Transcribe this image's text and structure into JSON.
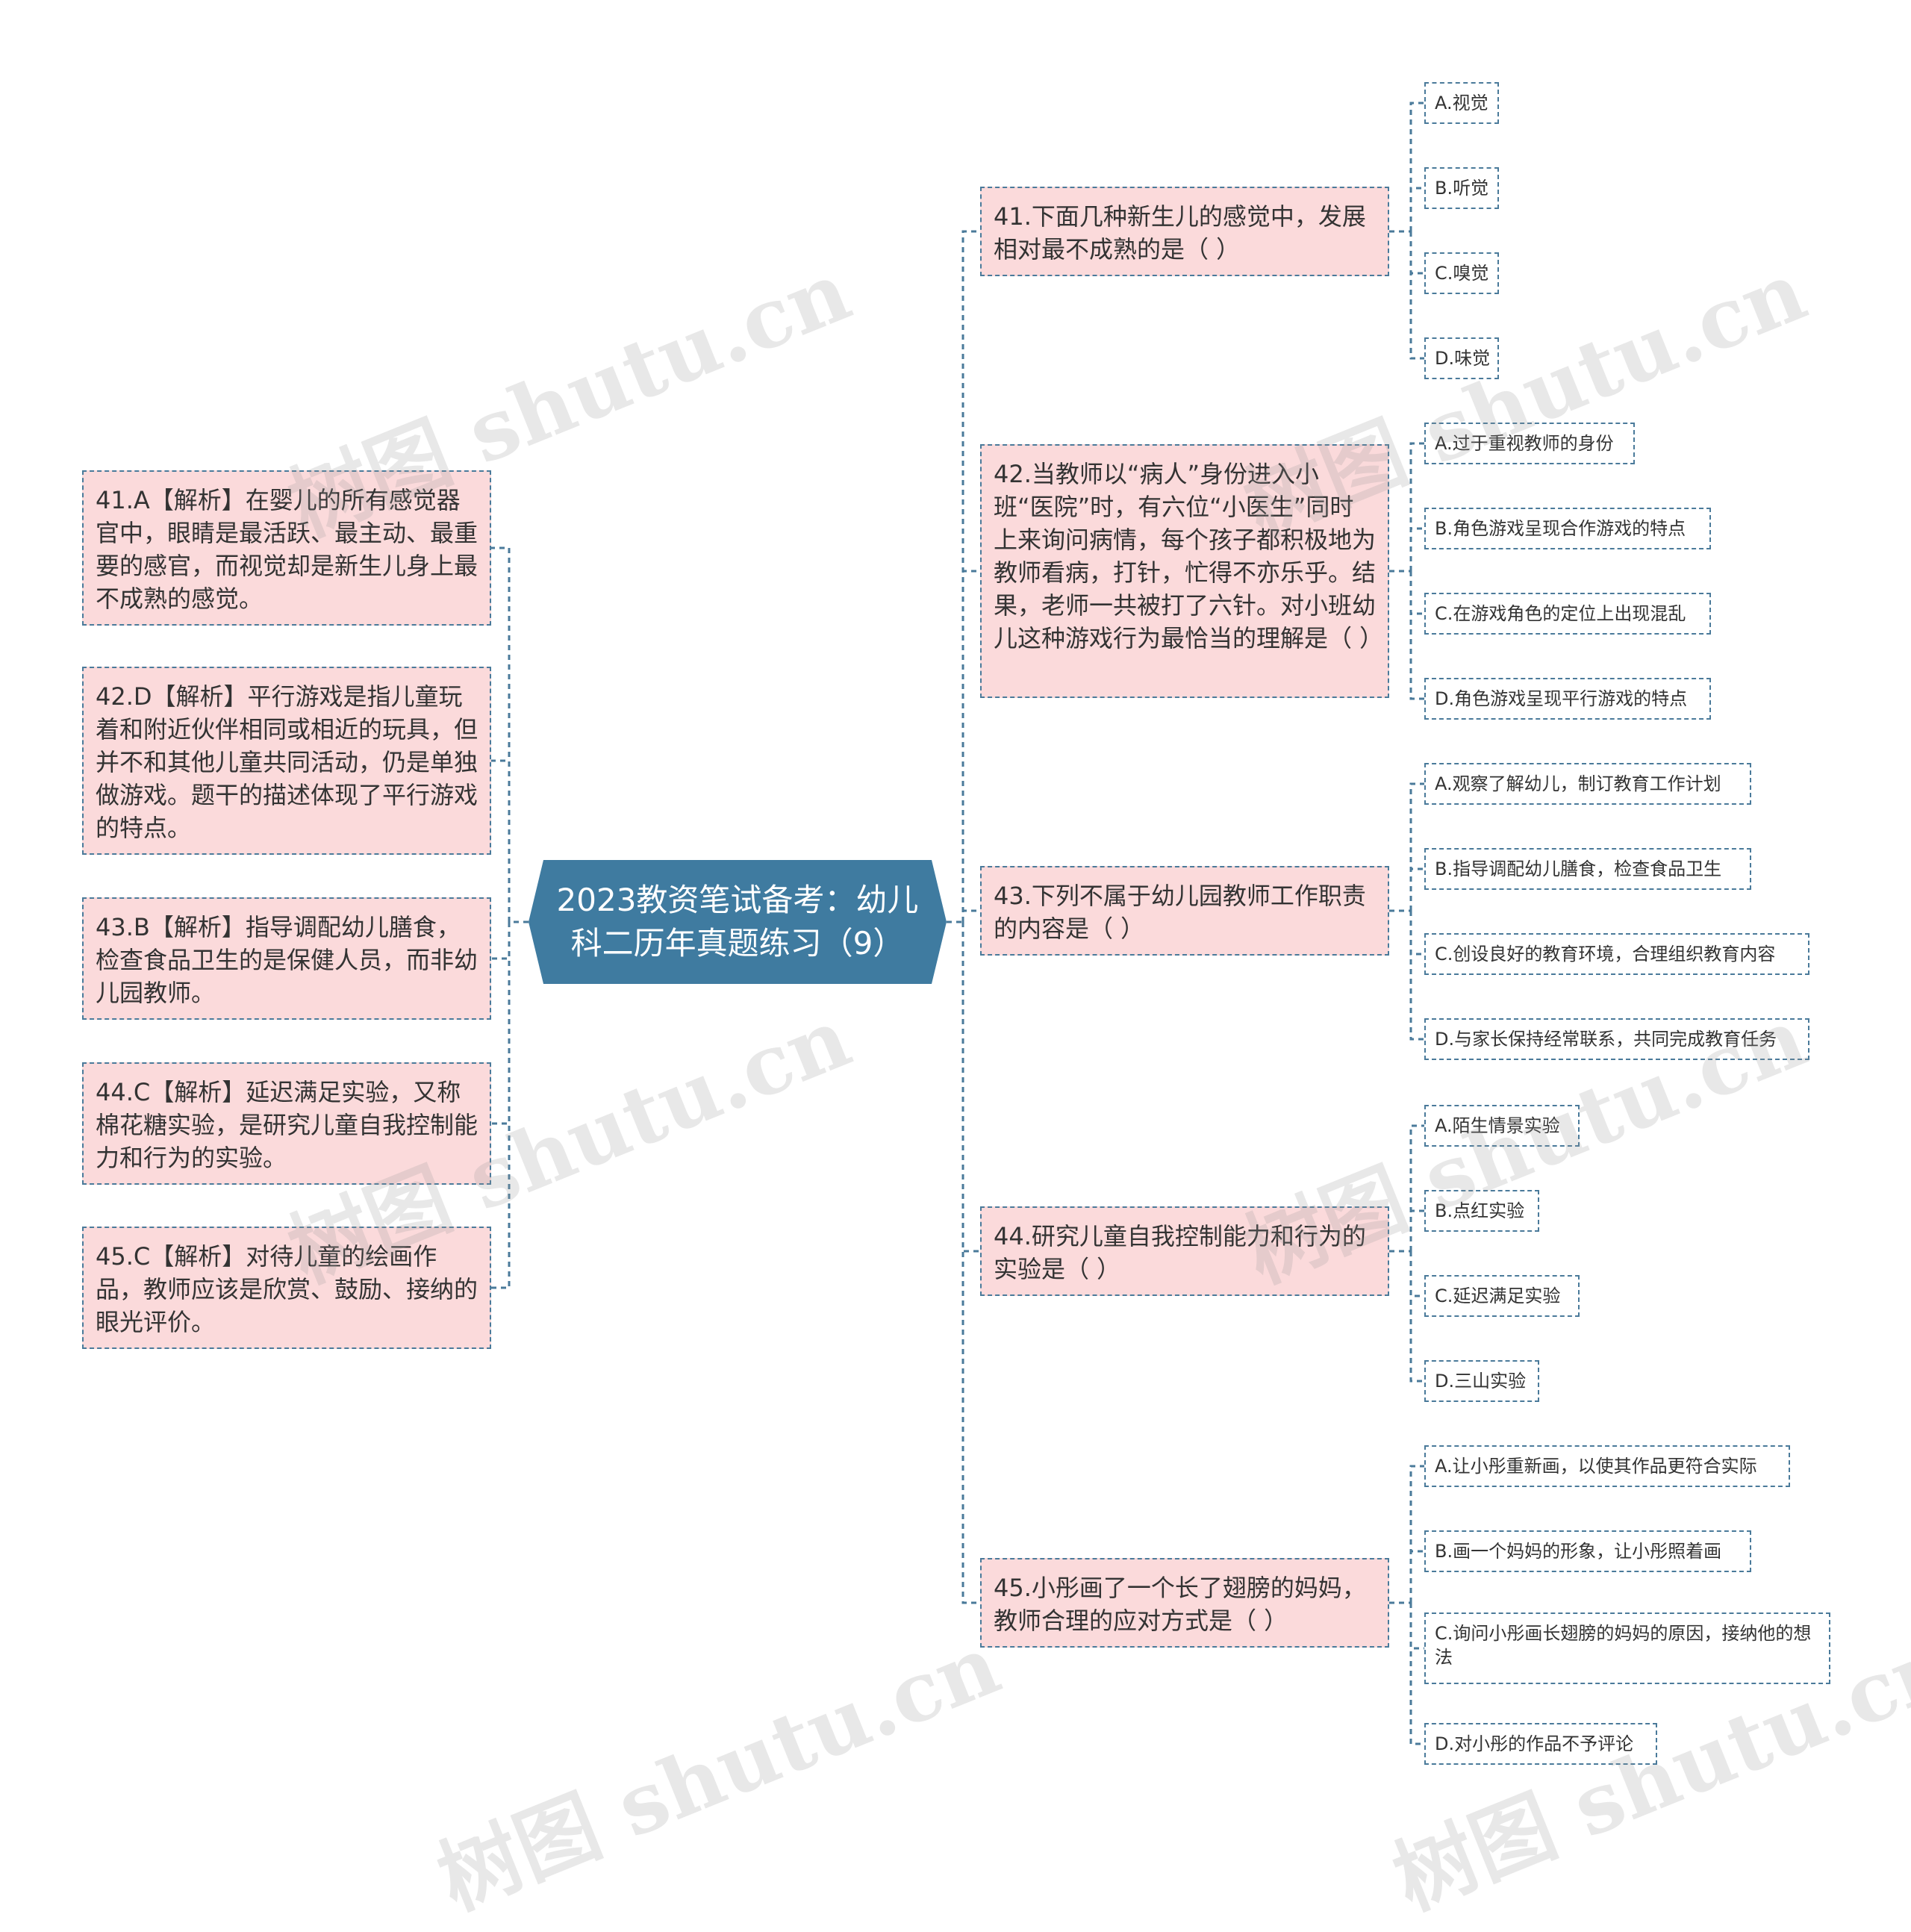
{
  "root": {
    "title": "2023教资笔试备考：幼儿科二历年真题练习（9）"
  },
  "answers": [
    "41.A【解析】在婴儿的所有感觉器官中，眼睛是最活跃、最主动、最重要的感官，而视觉却是新生儿身上最不成熟的感觉。",
    "42.D【解析】平行游戏是指儿童玩着和附近伙伴相同或相近的玩具，但并不和其他儿童共同活动，仍是单独做游戏。题干的描述体现了平行游戏的特点。",
    "43.B【解析】指导调配幼儿膳食，检查食品卫生的是保健人员，而非幼儿园教师。",
    "44.C【解析】延迟满足实验，又称棉花糖实验，是研究儿童自我控制能力和行为的实验。",
    "45.C【解析】对待儿童的绘画作品，教师应该是欣赏、鼓励、接纳的眼光评价。"
  ],
  "questions": [
    {
      "text": "41.下面几种新生儿的感觉中，发展相对最不成熟的是（ ）",
      "options": [
        "A.视觉",
        "B.听觉",
        "C.嗅觉",
        "D.味觉"
      ]
    },
    {
      "text": "42.当教师以“病人”身份进入小班“医院”时，有六位“小医生”同时上来询问病情，每个孩子都积极地为教师看病，打针，忙得不亦乐乎。结果，老师一共被打了六针。对小班幼儿这种游戏行为最恰当的理解是（ ）",
      "options": [
        "A.过于重视教师的身份",
        "B.角色游戏呈现合作游戏的特点",
        "C.在游戏角色的定位上出现混乱",
        "D.角色游戏呈现平行游戏的特点"
      ]
    },
    {
      "text": "43.下列不属于幼儿园教师工作职责的内容是（ ）",
      "options": [
        "A.观察了解幼儿，制订教育工作计划",
        "B.指导调配幼儿膳食，检查食品卫生",
        "C.创设良好的教育环境，合理组织教育内容",
        "D.与家长保持经常联系，共同完成教育任务"
      ]
    },
    {
      "text": "44.研究儿童自我控制能力和行为的实验是（ ）",
      "options": [
        "A.陌生情景实验",
        "B.点红实验",
        "C.延迟满足实验",
        "D.三山实验"
      ]
    },
    {
      "text": "45.小彤画了一个长了翅膀的妈妈，教师合理的应对方式是（ ）",
      "options": [
        "A.让小彤重新画，以使其作品更符合实际",
        "B.画一个妈妈的形象，让小彤照着画",
        "C.询问小彤画长翅膀的妈妈的原因，接纳他的想法",
        "D.对小彤的作品不予评论"
      ]
    }
  ],
  "watermark": {
    "text": "树图 shutu.cn"
  },
  "colors": {
    "root_fill": "#3f7ba0",
    "node_fill": "#fbdadb",
    "border": "#4a7a9a",
    "text": "#333333"
  }
}
